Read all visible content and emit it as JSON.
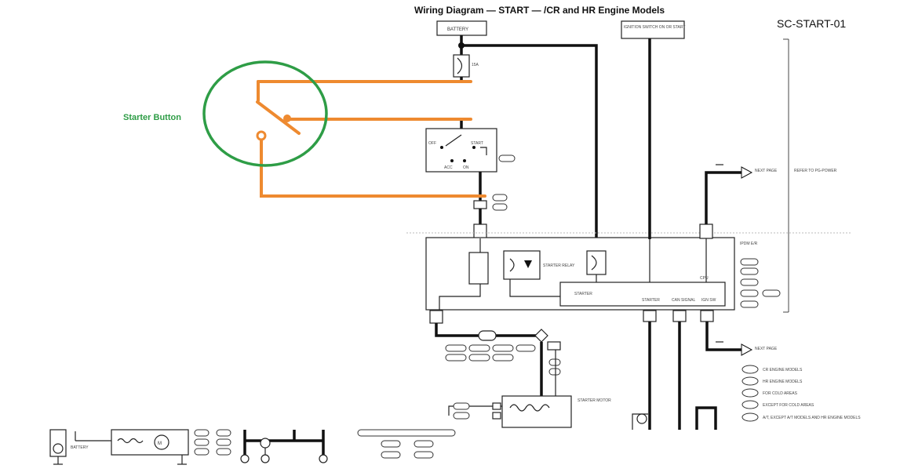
{
  "diagram": {
    "title": "Wiring Diagram — START — /CR and HR Engine Models",
    "code": "SC-START-01",
    "annotation": "Starter Button",
    "colors": {
      "ink": "#111111",
      "accent_wire": "#ee8a30",
      "circle": "#2e9d46"
    },
    "labels": {
      "battery": "BATTERY",
      "ignition_fuse": "IGNITION SWITCH ON OR START",
      "fuse": "15A",
      "switch_acc": "ACC",
      "switch_on": "ON",
      "switch_off": "OFF",
      "switch_start": "START",
      "starter_relay": "STARTER RELAY",
      "starter_line": "STARTER",
      "ipdm": "IPDM E/R",
      "cpu": "CPU",
      "refer": "REFER TO PG-POWER",
      "next_page_1": "NEXT PAGE",
      "next_page_2": "NEXT PAGE",
      "signal_1": "STARTER",
      "signal_2": "CAN SIGNAL",
      "signal_3": "IGN SW",
      "starter_motor": "STARTER MOTOR",
      "battery_bottom": "BATTERY"
    },
    "legend": [
      "CR ENGINE MODELS",
      "HR ENGINE MODELS",
      "FOR COLD AREAS",
      "EXCEPT FOR COLD AREAS",
      "A/T, EXCEPT A/T MODELS AND HR ENGINE MODELS"
    ]
  }
}
